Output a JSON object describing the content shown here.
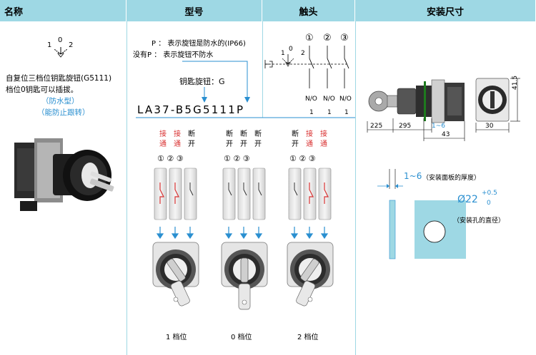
{
  "headers": [
    "名称",
    "型号",
    "触头",
    "安装尺寸"
  ],
  "name_col": {
    "positions_top": "0",
    "positions_left": "1",
    "positions_right": "2",
    "desc_line1": "自复位三档位钥匙旋钮(G5111)",
    "desc_line2": "档位0钥匙可以插拔。",
    "type_line1": "（防水型）",
    "type_line2": "（能防止跟转）"
  },
  "model_col": {
    "note_p": "P ： 表示旋钮是防水的(IP66)",
    "note_no_p": "没有P ： 表示旋钮不防水",
    "key_label": "钥匙旋钮：G",
    "model_number": "LA37-B5G5111P",
    "groups": [
      {
        "labels": [
          [
            "接",
            "通"
          ],
          [
            "接",
            "通"
          ],
          [
            "断",
            "开"
          ]
        ],
        "colors": [
          "red",
          "red",
          "black"
        ],
        "position_label": "1 档位"
      },
      {
        "labels": [
          [
            "断",
            "开"
          ],
          [
            "断",
            "开"
          ],
          [
            "断",
            "开"
          ]
        ],
        "colors": [
          "black",
          "black",
          "black"
        ],
        "position_label": "0 档位"
      },
      {
        "labels": [
          [
            "断",
            "开"
          ],
          [
            "接",
            "通"
          ],
          [
            "接",
            "通"
          ]
        ],
        "colors": [
          "black",
          "red",
          "red"
        ],
        "position_label": "2 档位"
      }
    ],
    "circles": [
      "①",
      "②",
      "③"
    ]
  },
  "contact_col": {
    "circles": [
      "①",
      "②",
      "③"
    ],
    "pos_top": "0",
    "pos_left": "1",
    "pos_right": "2",
    "types": [
      "N/O",
      "N/O",
      "N/O"
    ],
    "counts": [
      "1",
      "1",
      "1"
    ]
  },
  "dims": {
    "d225": "225",
    "d295": "295",
    "d16": "1~6",
    "d43": "43",
    "d30": "30",
    "d415": "41.5",
    "panel_range": "1~6",
    "panel_note": "（安装面板的厚度）",
    "hole_dia": "Ø22",
    "tol_plus": "+0.5",
    "tol_zero": "0",
    "hole_note": "（安装孔的直径）"
  }
}
